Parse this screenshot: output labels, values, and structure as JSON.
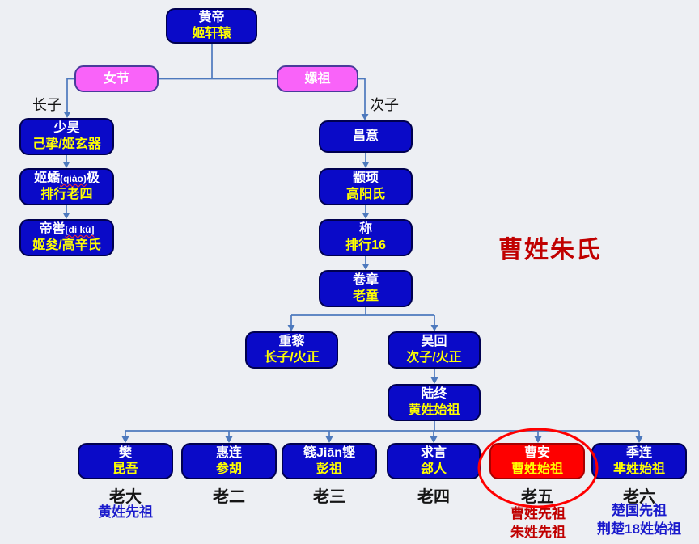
{
  "headline": "曹姓朱氏",
  "branch_labels": {
    "left": "长子",
    "right": "次子"
  },
  "nodes": {
    "huangdi": {
      "line1": "黄帝",
      "line2": "姬轩辕"
    },
    "nvjie": {
      "line1": "女节"
    },
    "leizu": {
      "line1": "嫘祖"
    },
    "shaohao": {
      "line1": "少昊",
      "line2": "己挚/姬玄器"
    },
    "jiqiaoji": {
      "line1_pre": "姬蟜",
      "line1_annot": "(qiáo)",
      "line1_post": "极",
      "line2": "排行老四"
    },
    "diku": {
      "line1_pre": "帝喾",
      "line1_annot": "[dì kù]",
      "line1_post": "",
      "line2": "姬夋/高辛氏"
    },
    "changyi": {
      "line1": "昌意"
    },
    "zhuanxu": {
      "line1": "颛顼",
      "line2": "高阳氏"
    },
    "cheng": {
      "line1": "称",
      "line2": "排行16"
    },
    "juanzhang": {
      "line1": "卷章",
      "line2": "老童"
    },
    "zhongli": {
      "line1": "重黎",
      "line2": "长子/火正"
    },
    "wuhui": {
      "line1": "吴回",
      "line2": "次子/火正"
    },
    "luzhong": {
      "line1": "陆终",
      "line2": "黄姓始祖"
    },
    "fan": {
      "line1": "樊",
      "line2": "昆吾"
    },
    "huilian": {
      "line1": "惠连",
      "line2": "参胡"
    },
    "jiankeng": {
      "line1": "篯Jiān铿",
      "line2": "彭祖"
    },
    "qiuyan": {
      "line1": "求言",
      "line2": "郐人"
    },
    "caoan": {
      "line1": "曹安",
      "line2": "曹姓始祖"
    },
    "jilian": {
      "line1": "季连",
      "line2": "芈姓始祖"
    }
  },
  "rank_labels": {
    "r1": "老大",
    "r2": "老二",
    "r3": "老三",
    "r4": "老四",
    "r5": "老五",
    "r6": "老六"
  },
  "notes": {
    "r1_note": "黄姓先祖",
    "r5_note1": "曹姓先祖",
    "r5_note2": "朱姓先祖",
    "r6_note1": "楚国先祖",
    "r6_note2": "荆楚18姓始祖"
  },
  "colors": {
    "background": "#edeff3",
    "box_blue": "#0a0ac8",
    "box_pink": "#f963f9",
    "box_red": "#fe0000",
    "connector_blue": "#4d79bd",
    "highlight_ellipse_red": "#ff0000",
    "box_text_white": "#ffffff",
    "box_text_yellow": "#ffff00",
    "note_blue": "#1a1acc",
    "note_dark_red": "#c00000"
  }
}
